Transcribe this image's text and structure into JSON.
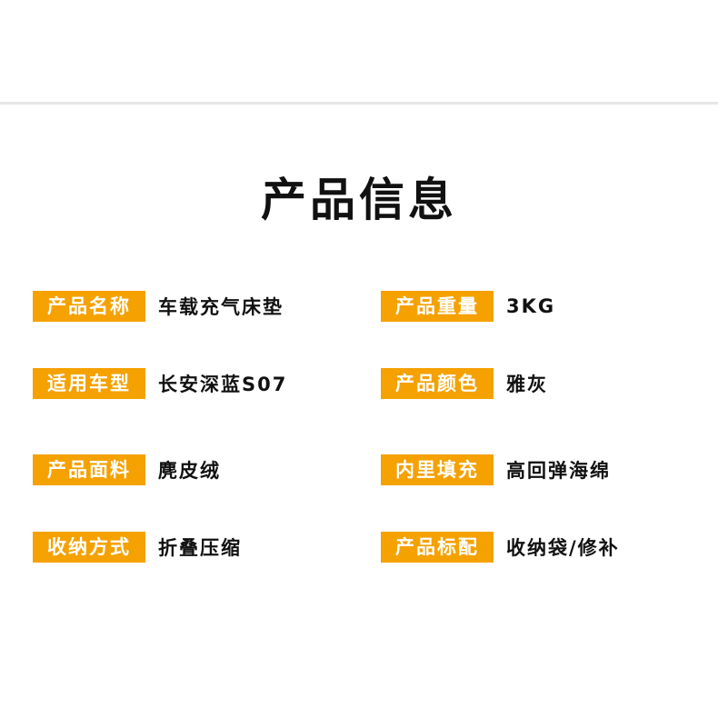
{
  "title": "产品信息",
  "colors": {
    "label_bg": "#f5a100",
    "label_text": "#ffffff",
    "value_text": "#111111"
  },
  "specs": {
    "left": [
      {
        "label": "产品名称",
        "value": "车载充气床垫"
      },
      {
        "label": "适用车型",
        "value": "长安深蓝S07"
      },
      {
        "label": "产品面料",
        "value": "麂皮绒"
      },
      {
        "label": "收纳方式",
        "value": "折叠压缩"
      }
    ],
    "right": [
      {
        "label": "产品重量",
        "value": "3KG"
      },
      {
        "label": "产品颜色",
        "value": "雅灰"
      },
      {
        "label": "内里填充",
        "value": "高回弹海绵"
      },
      {
        "label": "产品标配",
        "value": "收纳袋/修补"
      }
    ]
  }
}
